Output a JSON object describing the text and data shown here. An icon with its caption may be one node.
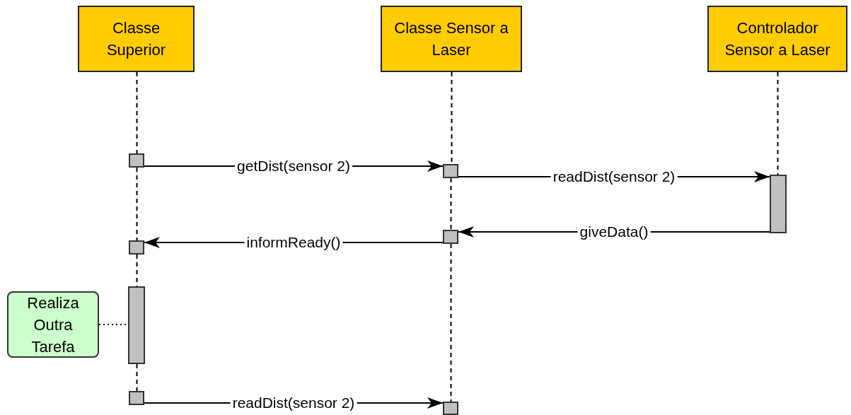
{
  "diagram": {
    "nodes": [
      {
        "text": [
          "Classe Superior"
        ]
      },
      {
        "text": [
          "Classe Sensor a Laser"
        ]
      },
      {
        "text": [
          "Controlador Sensor a Laser"
        ]
      },
      {
        "text": [],
        "shape": "bar"
      },
      {
        "text": [],
        "shape": "bar"
      },
      {
        "text": [],
        "shape": "bar"
      },
      {
        "text": [],
        "shape": "bar"
      },
      {
        "text": [],
        "shape": "bar"
      },
      {
        "text": [],
        "shape": "bar"
      },
      {
        "text": [
          "Realiza Outra Tarefa"
        ]
      },
      {
        "text": [],
        "shape": "bar"
      },
      {
        "text": [],
        "shape": "bar"
      }
    ],
    "edges": [
      {
        "from": 3,
        "to": 4,
        "arrow": "to",
        "label": "getDist(sensor 2)"
      },
      {
        "from": 4,
        "to": 5,
        "arrow": "to",
        "label": "readDist(sensor 2)"
      },
      {
        "from": 5,
        "to": 6,
        "arrow": "to",
        "label": "giveData()"
      },
      {
        "from": 6,
        "to": 7,
        "arrow": "to",
        "label": "informReady()"
      },
      {
        "from": 9,
        "to": 8,
        "arrow": "none",
        "style": "dashed"
      },
      {
        "from": 10,
        "to": 11,
        "arrow": "to",
        "label": "readDist(sensor 2)"
      },
      {
        "from": 0,
        "to": 3,
        "arrow": "none",
        "style": "dashed"
      },
      {
        "from": 3,
        "to": 7,
        "arrow": "none",
        "style": "dashed"
      },
      {
        "from": 7,
        "to": 8,
        "arrow": "none",
        "style": "dashed"
      },
      {
        "from": 8,
        "to": 10,
        "arrow": "none",
        "style": "dashed"
      },
      {
        "from": 1,
        "to": 4,
        "arrow": "none",
        "style": "dashed"
      },
      {
        "from": 4,
        "to": 6,
        "arrow": "none",
        "style": "dashed"
      },
      {
        "from": 6,
        "to": 11,
        "arrow": "none",
        "style": "dashed"
      },
      {
        "from": 2,
        "to": 5,
        "arrow": "none",
        "style": "dashed"
      }
    ]
  }
}
